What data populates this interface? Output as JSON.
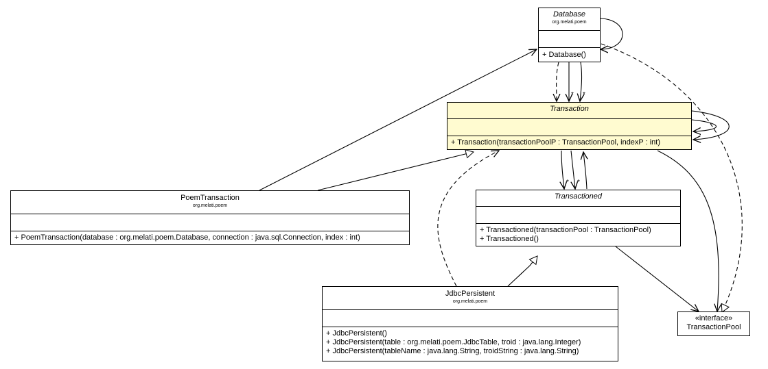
{
  "classes": {
    "database": {
      "name": "Database",
      "package": "org.melati.poem",
      "methods": [
        "+ Database()"
      ]
    },
    "transaction": {
      "name": "Transaction",
      "methods": [
        "+ Transaction(transactionPoolP : TransactionPool, indexP : int)"
      ]
    },
    "poem_transaction": {
      "name": "PoemTransaction",
      "package": "org.melati.poem",
      "methods": [
        "+ PoemTransaction(database : org.melati.poem.Database, connection : java.sql.Connection, index : int)"
      ]
    },
    "transactioned": {
      "name": "Transactioned",
      "methods": [
        "+ Transactioned(transactionPool : TransactionPool)",
        "+ Transactioned()"
      ]
    },
    "jdbc_persistent": {
      "name": "JdbcPersistent",
      "package": "org.melati.poem",
      "methods": [
        "+ JdbcPersistent()",
        "+ JdbcPersistent(table : org.melati.poem.JdbcTable, troid : java.lang.Integer)",
        "+ JdbcPersistent(tableName : java.lang.String, troidString : java.lang.String)"
      ]
    },
    "transaction_pool": {
      "stereotype": "«interface»",
      "name": "TransactionPool"
    }
  },
  "multiplicity_mark": "*",
  "colors": {
    "highlight": "#fffbd0",
    "line": "#000000",
    "background": "#ffffff"
  }
}
